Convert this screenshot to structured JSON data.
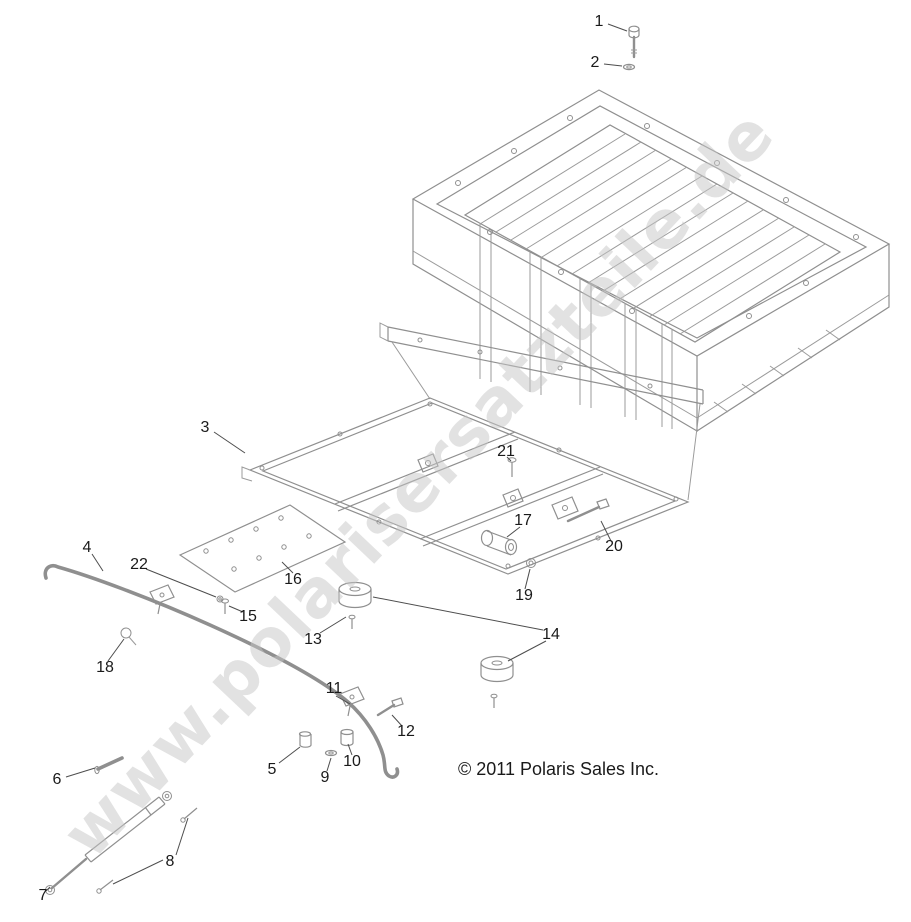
{
  "watermark": {
    "text": "www.polarisersatzteile.de",
    "color": "#c6c6c6"
  },
  "footer": {
    "copyright": "© 2011 Polaris Sales Inc."
  },
  "colors": {
    "background": "#ffffff",
    "line": "#8f8f8f",
    "leader": "#4d4d4d",
    "label": "#1a1a1a"
  },
  "callouts": [
    "1",
    "2",
    "3",
    "4",
    "5",
    "6",
    "7",
    "8",
    "9",
    "10",
    "11",
    "12",
    "13",
    "14",
    "15",
    "16",
    "17",
    "18",
    "19",
    "20",
    "21",
    "22"
  ]
}
